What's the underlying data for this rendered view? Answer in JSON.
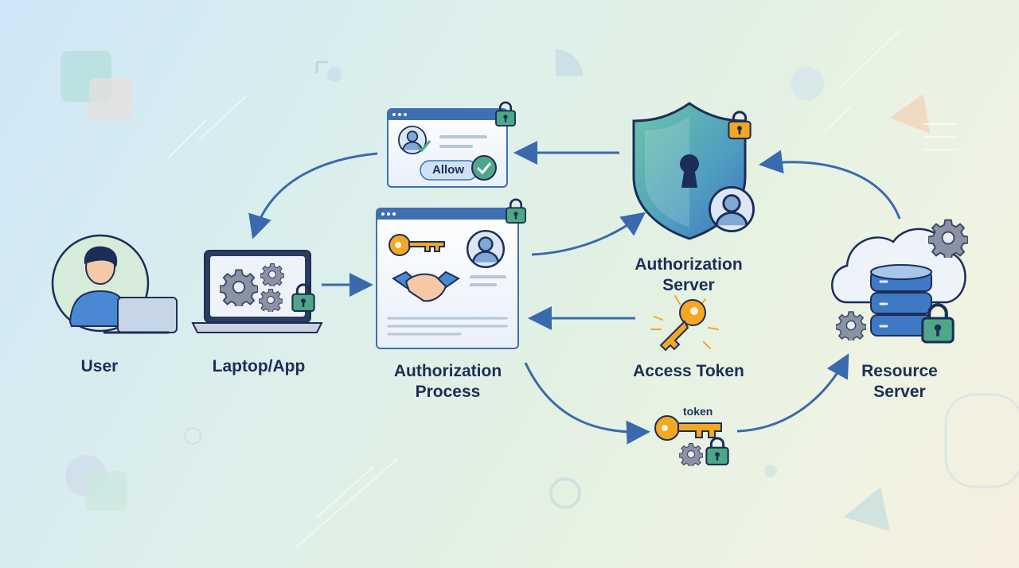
{
  "nodes": {
    "user": "User",
    "laptop": "Laptop/App",
    "authorization_process": "Authorization\nProcess",
    "authorization_server": "Authorization\nServer",
    "access_token": "Access Token",
    "resource_server": "Resource\nServer"
  },
  "consent_dialog": {
    "allow_label": "Allow"
  },
  "token_small_label": "token",
  "colors": {
    "navy": "#1c2e57",
    "arrow": "#3a6aad",
    "window_frame": "#3f6fb3",
    "lock_green": "#4ea887",
    "key_orange": "#f5a623",
    "shield_green": "#58b79c",
    "shield_blue": "#3f78c4"
  },
  "icons": [
    "user-avatar-icon",
    "laptop-gears-icon",
    "consent-window-icon",
    "auth-process-window-icon",
    "shield-keyhole-icon",
    "key-icon",
    "token-key-icon",
    "cloud-database-icon",
    "lock-icon",
    "gear-icon",
    "handshake-icon"
  ]
}
